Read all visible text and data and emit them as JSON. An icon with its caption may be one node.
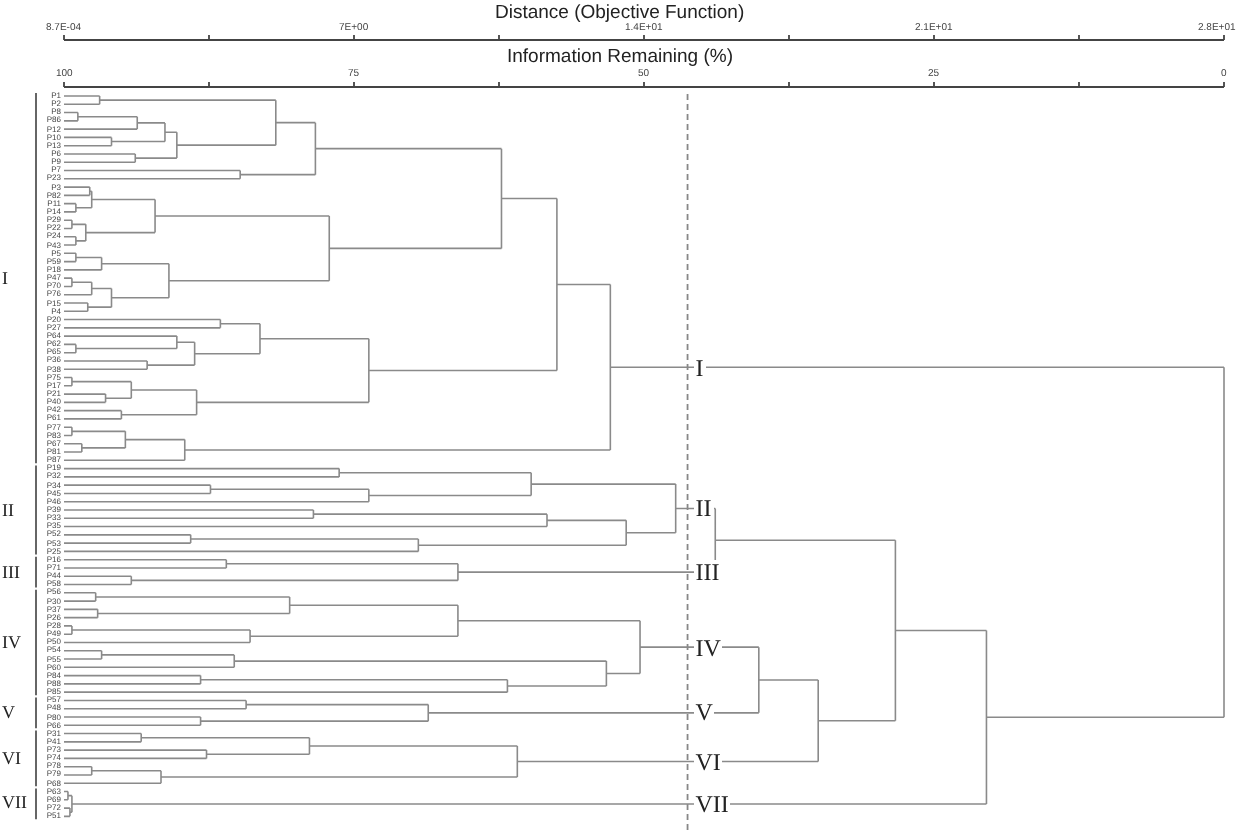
{
  "diagram": {
    "labels": [
      "Distance (Objective Function)",
      "8.7E-04",
      "7E+00",
      "1.4E+01",
      "2.1E+01",
      "2.8E+01",
      "Information Remaining (%)",
      "100",
      "75",
      "50",
      "25",
      "0",
      "P1",
      "P2",
      "P8",
      "P86",
      "P12",
      "P10",
      "P13",
      "P6",
      "P9",
      "P7",
      "P23",
      "P3",
      "P82",
      "P11",
      "P14",
      "P29",
      "P22",
      "P24",
      "P43",
      "P5",
      "P59",
      "P18",
      "P47",
      "P70",
      "P76",
      "P15",
      "P4",
      "P20",
      "P27",
      "P64",
      "P62",
      "P65",
      "P36",
      "P38",
      "P75",
      "P17",
      "P21",
      "P40",
      "P42",
      "P61",
      "P77",
      "P83",
      "P67",
      "P81",
      "P87",
      "P19",
      "P32",
      "P34",
      "P45",
      "P46",
      "P39",
      "P33",
      "P35",
      "P52",
      "P53",
      "P25",
      "P16",
      "P71",
      "P44",
      "P58",
      "P56",
      "P30",
      "P37",
      "P26",
      "P28",
      "P49",
      "P50",
      "P54",
      "P55",
      "P60",
      "P84",
      "P88",
      "P85",
      "P57",
      "P48",
      "P80",
      "P66",
      "P31",
      "P41",
      "P73",
      "P74",
      "P78",
      "P79",
      "P68",
      "P63",
      "P69",
      "P72",
      "P51",
      "I",
      "II",
      "III",
      "IV",
      "V",
      "VI",
      "VII",
      "I",
      "II",
      "III",
      "IV",
      "V",
      "VI",
      "VII"
    ]
  }
}
